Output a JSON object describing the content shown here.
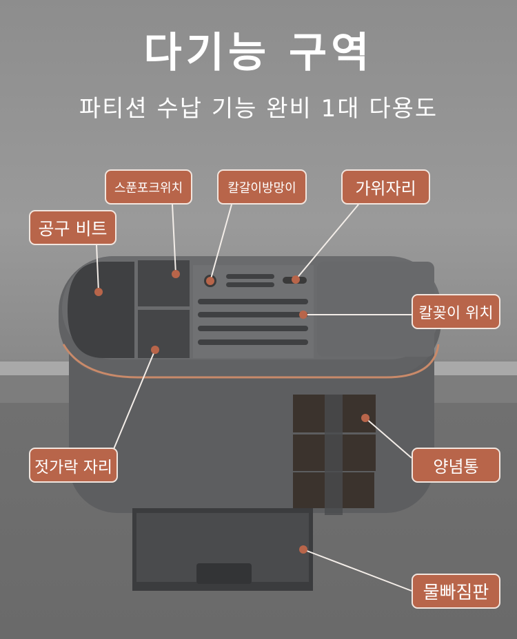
{
  "header": {
    "title": "다기능 구역",
    "subtitle": "파티션 수납 기능 완비 1대 다용도"
  },
  "labels": {
    "spoon_fork": "스푼포크위치",
    "sharpener": "칼갈이방망이",
    "scissors": "가위자리",
    "tool_bit": "공구 비트",
    "knife_slot": "칼꽂이 위치",
    "chopsticks": "젓가락 자리",
    "seasoning": "양념통",
    "drain_tray": "물빠짐판"
  },
  "colors": {
    "label_bg": "#b8654a",
    "accent_trim": "#c98a6a",
    "product_body": "#5f6062"
  }
}
